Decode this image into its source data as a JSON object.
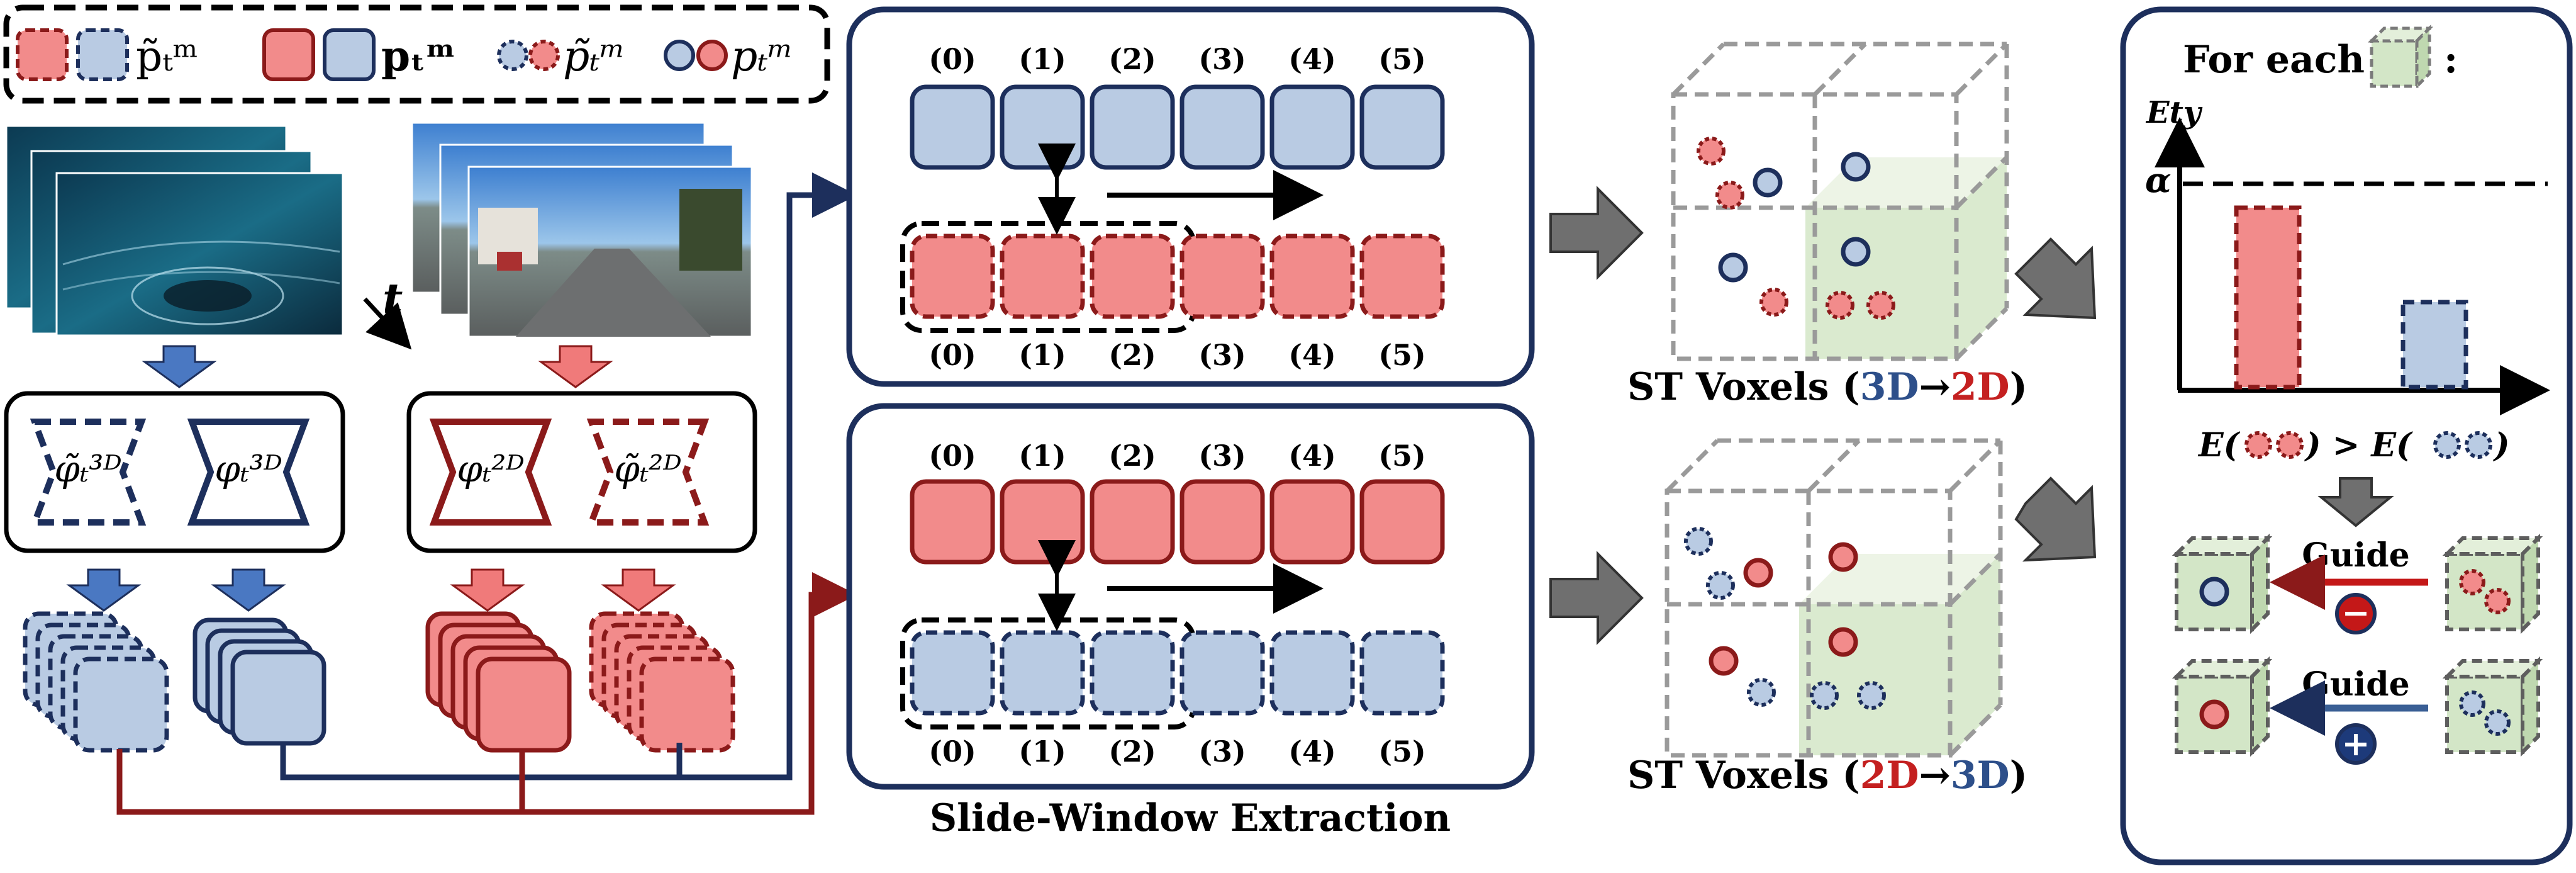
{
  "legend": {
    "item1": "p̃ₜᵐ",
    "item2": "pₜᵐ",
    "item3": "p̃ₜᵐ",
    "item4": "pₜᵐ"
  },
  "inputs": {
    "time_label": "t"
  },
  "encoders": {
    "enc_3d_tilde": "φ̃ₜ³ᴰ",
    "enc_3d": "φₜ³ᴰ",
    "enc_2d": "φₜ²ᴰ",
    "enc_2d_tilde": "φ̃ₜ²ᴰ"
  },
  "slide_window": {
    "top_indices": [
      "(0)",
      "(1)",
      "(2)",
      "(3)",
      "(4)",
      "(5)"
    ],
    "bottom_indices": [
      "(0)",
      "(1)",
      "(2)",
      "(3)",
      "(4)",
      "(5)"
    ],
    "caption": "Slide-Window Extraction"
  },
  "voxels": {
    "top_prefix": "ST Voxels (",
    "top_src": "3D",
    "top_arrow": "→",
    "top_dst": "2D",
    "top_suffix": ")",
    "bottom_prefix": "ST Voxels (",
    "bottom_src": "2D",
    "bottom_arrow": "→",
    "bottom_dst": "3D",
    "bottom_suffix": ")"
  },
  "entropy_panel": {
    "title": "For each",
    "title_colon": ":",
    "y_axis": "Ety",
    "threshold": "α",
    "comparison_left": "E(",
    "comparison_mid": ") > E(",
    "comparison_right": ")",
    "guide_top": "Guide",
    "guide_bottom": "Guide",
    "minus_symbol": "−",
    "plus_symbol": "+"
  },
  "colors": {
    "navy": "#1d2f5c",
    "dark_red": "#8b1a1a",
    "red_fill": "#f28b8b",
    "blue_fill": "#b9cbe3",
    "green_fill": "#d3e6c7",
    "arrow_blue": "#4a78c2",
    "arrow_red": "#f07a7a",
    "gray_arrow": "#6f6f6f"
  }
}
